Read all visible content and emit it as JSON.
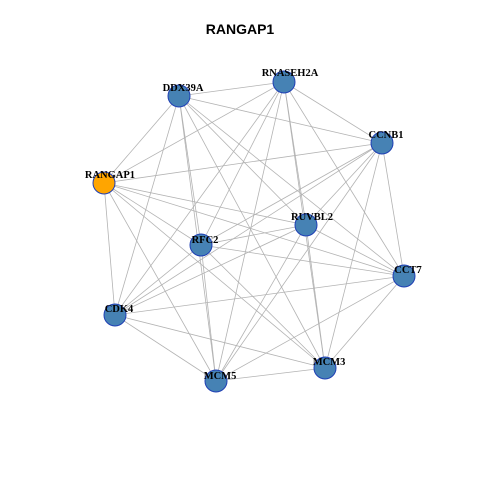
{
  "title": "RANGAP1",
  "colors": {
    "hub_node": "#FFA500",
    "node": "#4682B4",
    "node_border": "#1F3FB5",
    "edge": "#B3B3B3"
  },
  "nodes": [
    {
      "id": "RANGAP1",
      "label": "RANGAP1",
      "hub": true
    },
    {
      "id": "DDX39A",
      "label": "DDX39A",
      "hub": false
    },
    {
      "id": "RNASEH2A",
      "label": "RNASEH2A",
      "hub": false
    },
    {
      "id": "CCNB1",
      "label": "CCNB1",
      "hub": false
    },
    {
      "id": "RUVBL2",
      "label": "RUVBL2",
      "hub": false
    },
    {
      "id": "RFC2",
      "label": "RFC2",
      "hub": false
    },
    {
      "id": "CCT7",
      "label": "CCT7",
      "hub": false
    },
    {
      "id": "CDK4",
      "label": "CDK4",
      "hub": false
    },
    {
      "id": "MCM3",
      "label": "MCM3",
      "hub": false
    },
    {
      "id": "MCM5",
      "label": "MCM5",
      "hub": false
    }
  ],
  "edges": [
    [
      "RANGAP1",
      "DDX39A"
    ],
    [
      "RANGAP1",
      "RNASEH2A"
    ],
    [
      "RANGAP1",
      "CCNB1"
    ],
    [
      "RANGAP1",
      "RUVBL2"
    ],
    [
      "RANGAP1",
      "RFC2"
    ],
    [
      "RANGAP1",
      "CCT7"
    ],
    [
      "RANGAP1",
      "CDK4"
    ],
    [
      "RANGAP1",
      "MCM3"
    ],
    [
      "RANGAP1",
      "MCM5"
    ],
    [
      "DDX39A",
      "RNASEH2A"
    ],
    [
      "DDX39A",
      "CCNB1"
    ],
    [
      "DDX39A",
      "RUVBL2"
    ],
    [
      "DDX39A",
      "RFC2"
    ],
    [
      "DDX39A",
      "CCT7"
    ],
    [
      "DDX39A",
      "CDK4"
    ],
    [
      "DDX39A",
      "MCM3"
    ],
    [
      "DDX39A",
      "MCM5"
    ],
    [
      "RNASEH2A",
      "CCNB1"
    ],
    [
      "RNASEH2A",
      "RUVBL2"
    ],
    [
      "RNASEH2A",
      "RFC2"
    ],
    [
      "RNASEH2A",
      "CCT7"
    ],
    [
      "RNASEH2A",
      "CDK4"
    ],
    [
      "RNASEH2A",
      "MCM3"
    ],
    [
      "RNASEH2A",
      "MCM5"
    ],
    [
      "CCNB1",
      "RUVBL2"
    ],
    [
      "CCNB1",
      "RFC2"
    ],
    [
      "CCNB1",
      "CCT7"
    ],
    [
      "CCNB1",
      "CDK4"
    ],
    [
      "CCNB1",
      "MCM3"
    ],
    [
      "CCNB1",
      "MCM5"
    ],
    [
      "RUVBL2",
      "RFC2"
    ],
    [
      "RUVBL2",
      "CCT7"
    ],
    [
      "RUVBL2",
      "CDK4"
    ],
    [
      "RUVBL2",
      "MCM3"
    ],
    [
      "RUVBL2",
      "MCM5"
    ],
    [
      "RFC2",
      "CCT7"
    ],
    [
      "RFC2",
      "CDK4"
    ],
    [
      "RFC2",
      "MCM3"
    ],
    [
      "RFC2",
      "MCM5"
    ],
    [
      "CCT7",
      "CDK4"
    ],
    [
      "CCT7",
      "MCM3"
    ],
    [
      "CCT7",
      "MCM5"
    ],
    [
      "CDK4",
      "MCM3"
    ],
    [
      "CDK4",
      "MCM5"
    ],
    [
      "MCM3",
      "MCM5"
    ]
  ]
}
